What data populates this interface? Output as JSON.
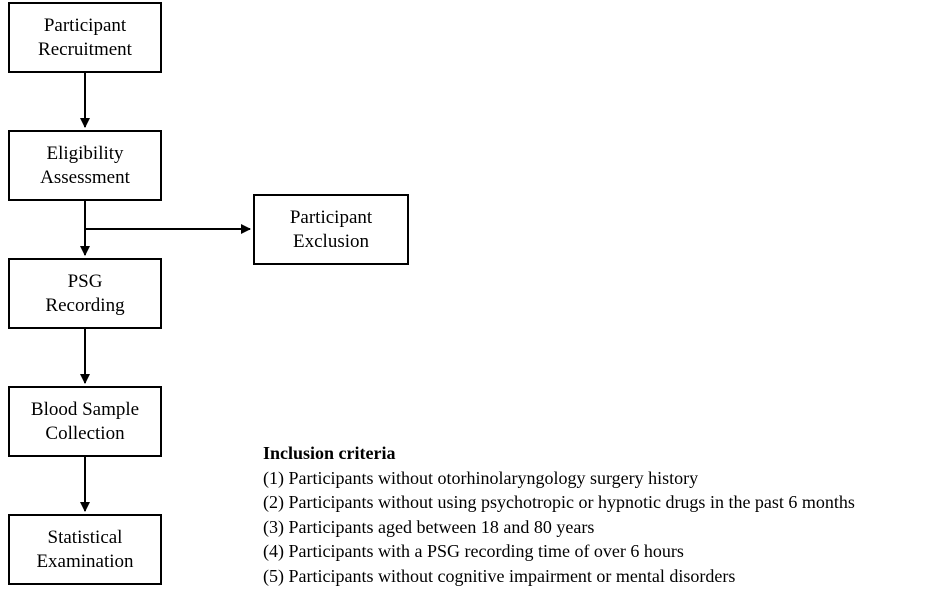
{
  "flow_steps": [
    {
      "line1": "Participant",
      "line2": "Recruitment"
    },
    {
      "line1": "Eligibility",
      "line2": "Assessment"
    },
    {
      "line1": "PSG",
      "line2": "Recording"
    },
    {
      "line1": "Blood Sample",
      "line2": "Collection"
    },
    {
      "line1": "Statistical",
      "line2": "Examination"
    }
  ],
  "exclusion": {
    "line1": "Participant",
    "line2": "Exclusion"
  },
  "inclusion_criteria": {
    "title": "Inclusion criteria",
    "items": [
      "(1) Participants without otorhinolaryngology surgery history",
      "(2) Participants without using psychotropic or hypnotic drugs in the past 6 months",
      "(3) Participants aged between 18 and 80 years",
      "(4) Participants with a PSG recording time of over 6 hours",
      "(5) Participants without cognitive impairment or mental disorders"
    ]
  }
}
